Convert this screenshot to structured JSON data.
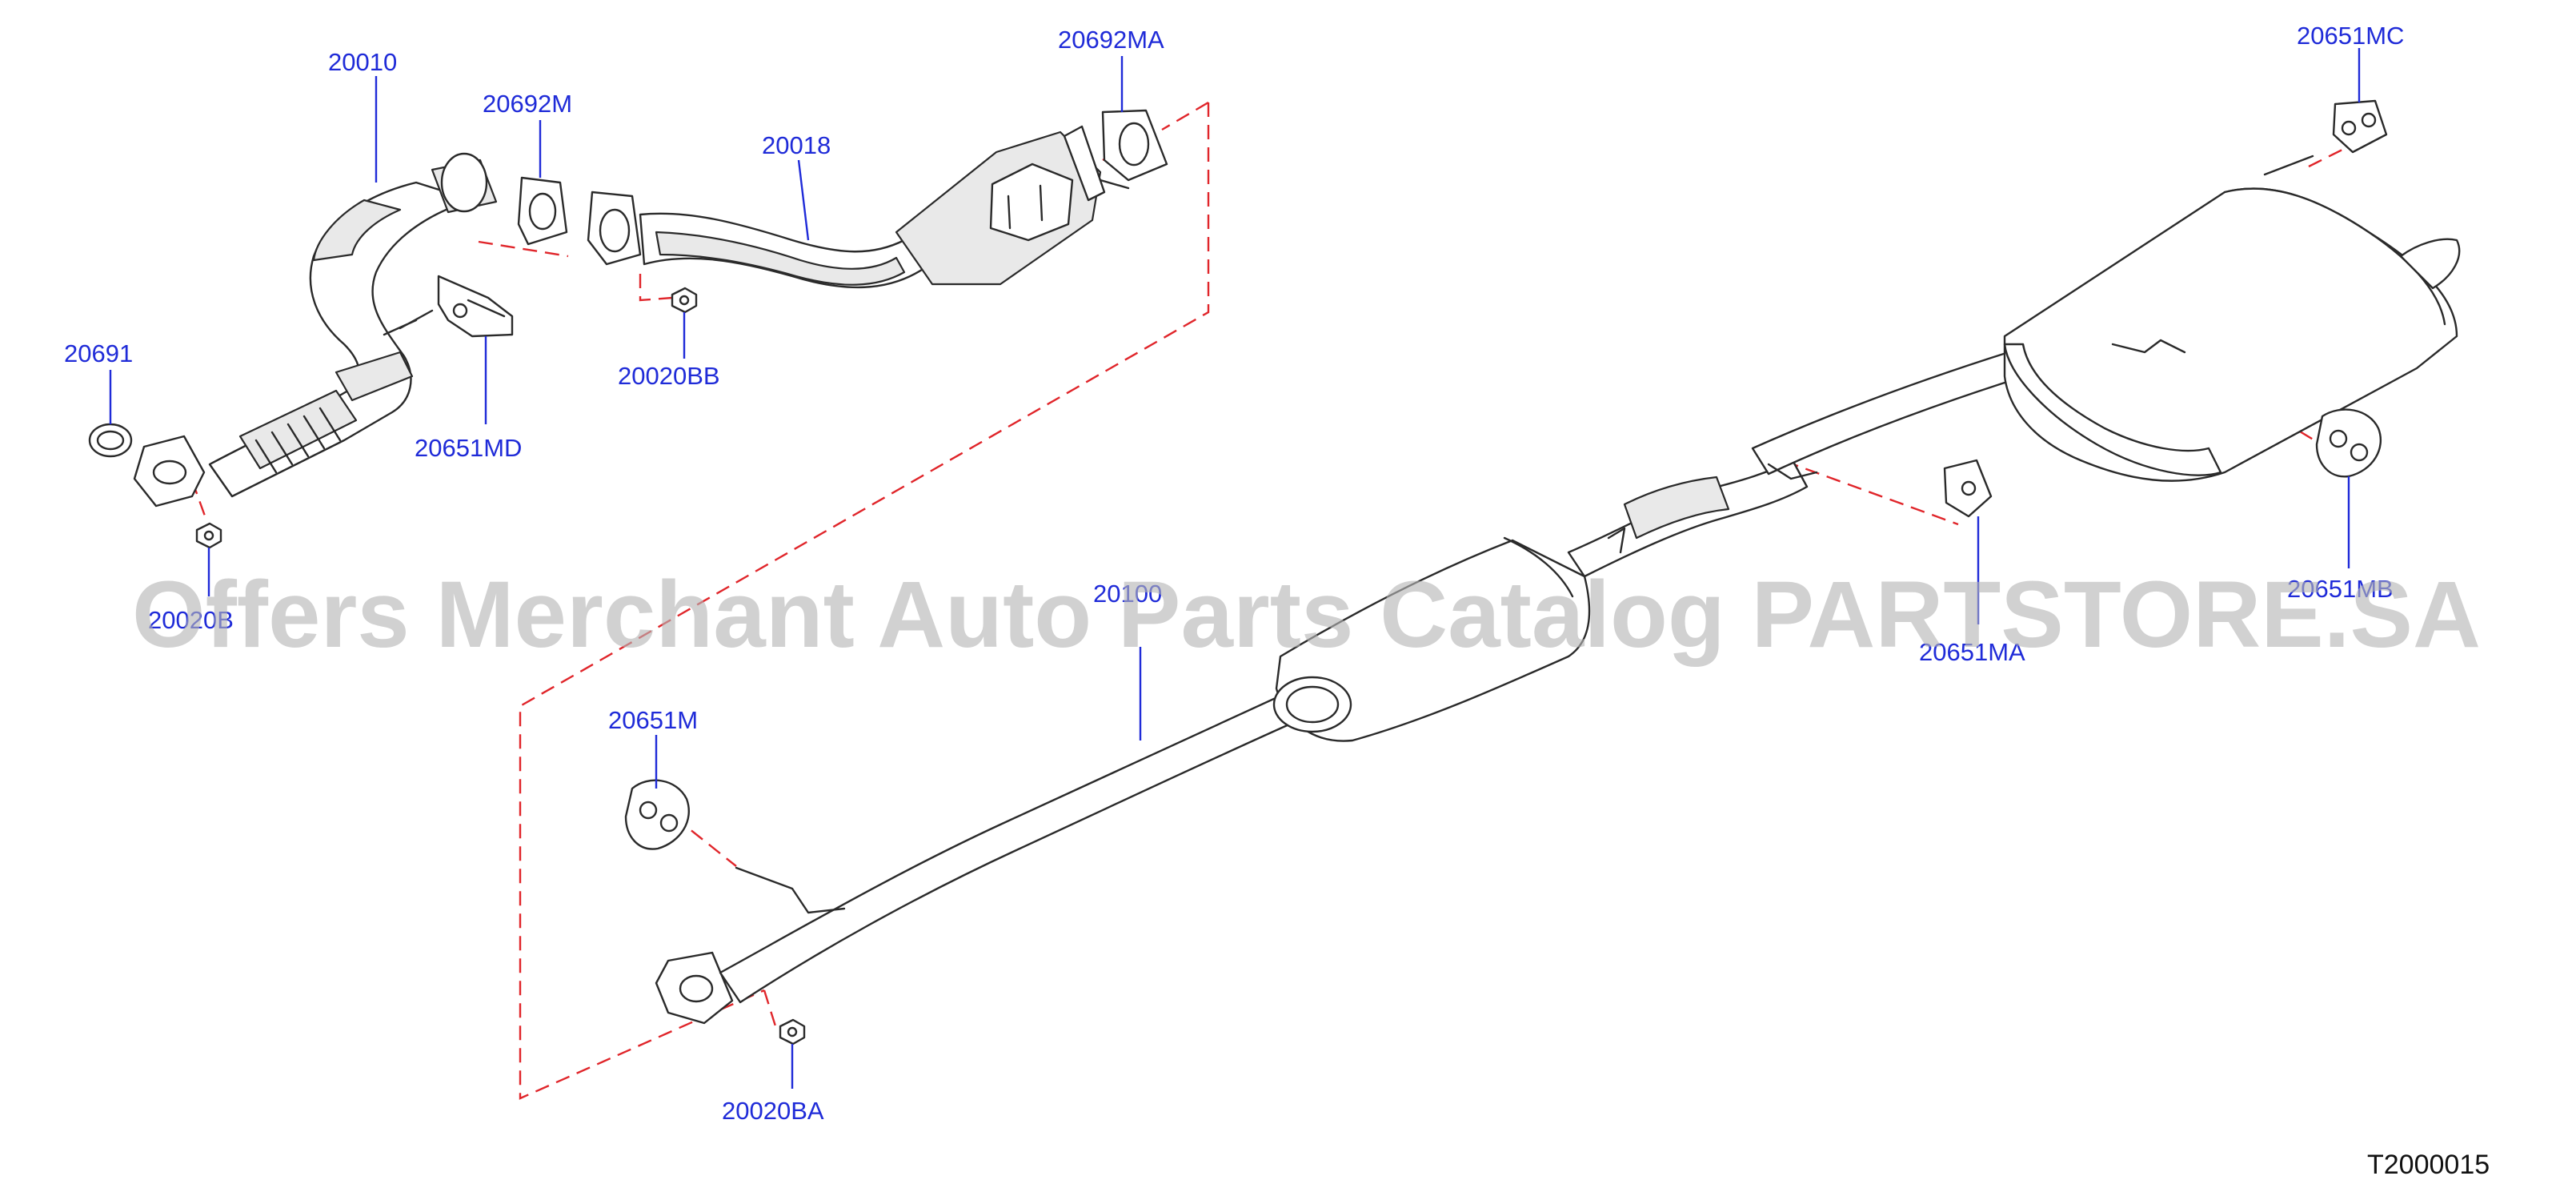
{
  "diagram": {
    "code": "T2000015",
    "watermark": "Offers Merchant Auto Parts Catalog PARTSTORE.SA",
    "colors": {
      "label": "#1f2bd8",
      "guide": "#e0252a",
      "line": "#2a2a2a",
      "watermark": "#b5b5b5"
    },
    "labels": {
      "front_tube": "20010",
      "gasket_front_tube": "20692M",
      "converter_tube": "20018",
      "gasket_converter": "20692MA",
      "ring_gasket": "20691",
      "mount_front": "20651MD",
      "nut_front": "20020B",
      "nut_converter": "20020BB",
      "center_muffler": "20100",
      "mount_rear_right": "20651MC",
      "mount_rear_center": "20651MA",
      "mount_rear_lower": "20651MB",
      "mount_center_front": "20651M",
      "nut_center": "20020BA"
    }
  }
}
